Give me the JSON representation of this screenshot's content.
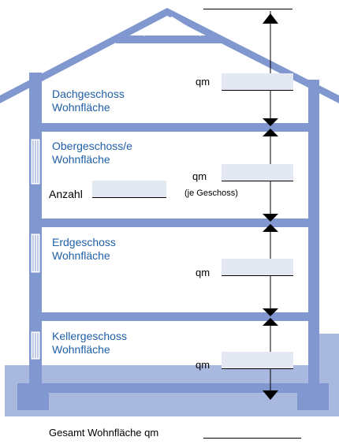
{
  "floors": [
    {
      "title": "Dachgeschoss",
      "subtitle": "Wohnfläche",
      "unit": "qm",
      "value": ""
    },
    {
      "title": "Obergeschoss/e",
      "subtitle": "Wohnfläche",
      "unit": "qm",
      "value": "",
      "count_label": "Anzahl",
      "count_value": "",
      "note": "(je Geschoss)"
    },
    {
      "title": "Erdgeschoss",
      "subtitle": "Wohnfläche",
      "unit": "qm",
      "value": ""
    },
    {
      "title": "Kellergeschoss",
      "subtitle": "Wohnfläche",
      "unit": "qm",
      "value": ""
    }
  ],
  "total": {
    "label": "Gesamt Wohnfläche qm",
    "value": ""
  },
  "colors": {
    "structure": "#8197cf",
    "ground": "#a9b8de",
    "label_blue": "#2060a8",
    "field_bg": "#e4e8f3"
  }
}
